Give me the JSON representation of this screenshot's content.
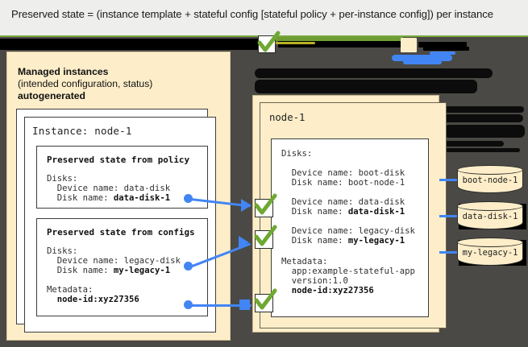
{
  "caption": {
    "text": "Preserved state = (instance template + stateful config [stateful policy + per-instance config]) per instance"
  },
  "colors": {
    "accent_blue": "#4285f4",
    "check_green": "#6ea832",
    "cream": "#fdeec9",
    "rule_green": "#76a83c",
    "backdrop": "#4a4945",
    "caption_bg": "#eeeeec"
  },
  "left_panel": {
    "title": "Managed instances",
    "subtitle": "(intended configuration, status)",
    "subtitle2": "autogenerated",
    "instance_heading": "Instance: node-1",
    "policy_box": {
      "heading": "Preserved state from policy",
      "lines": [
        {
          "text": "Disks:",
          "bold": false
        },
        {
          "text": "  Device name: data-disk",
          "bold": false
        },
        {
          "text": "  Disk name: ",
          "bold_part": "data-disk-1"
        }
      ]
    },
    "configs_box": {
      "heading": "Preserved state from configs",
      "lines": [
        {
          "text": "Disks:",
          "bold": false
        },
        {
          "text": "  Device name: legacy-disk",
          "bold": false
        },
        {
          "text": "  Disk name: ",
          "bold_part": "my-legacy-1"
        },
        {
          "text": "",
          "bold": false
        },
        {
          "text": "Metadata:",
          "bold": false
        },
        {
          "text": "  ",
          "bold_part": "node-id:xyz27356"
        }
      ]
    }
  },
  "right_panel": {
    "node_heading": "node-1",
    "detail_box": {
      "disks_label": "Disks:",
      "entries": [
        {
          "device": "  Device name: boot-disk",
          "disk_prefix": "  Disk name: ",
          "disk_value": "boot-node-1",
          "disk_bold": false,
          "checked": false
        },
        {
          "device": "  Device name: data-disk",
          "disk_prefix": "  Disk name: ",
          "disk_value": "data-disk-1",
          "disk_bold": true,
          "checked": true
        },
        {
          "device": "  Device name: legacy-disk",
          "disk_prefix": "  Disk name: ",
          "disk_value": "my-legacy-1",
          "disk_bold": true,
          "checked": true
        }
      ],
      "metadata_label": "Metadata:",
      "metadata_lines": [
        {
          "text": "  app:example-stateful-app",
          "bold": false
        },
        {
          "text": "  version:1.0",
          "bold": false
        },
        {
          "text": "  node-id:xyz27356",
          "bold": true
        }
      ]
    }
  },
  "disks": [
    {
      "label": "boot-node-1",
      "shadow": false
    },
    {
      "label": "data-disk-1",
      "shadow": true
    },
    {
      "label": "my-legacy-1",
      "shadow": true
    }
  ]
}
